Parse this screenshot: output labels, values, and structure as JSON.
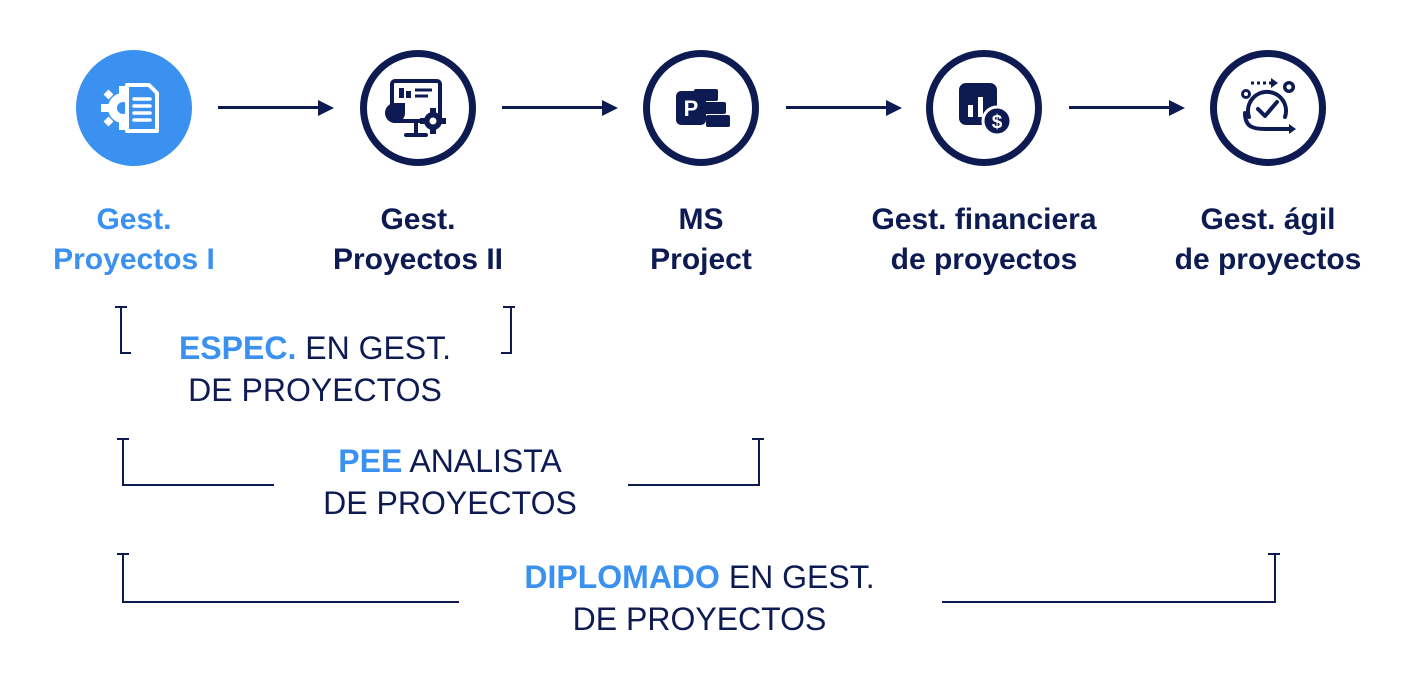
{
  "steps": [
    {
      "label_line1": "Gest.",
      "label_line2": "Proyectos I",
      "icon": "document-gear-icon",
      "active": true
    },
    {
      "label_line1": "Gest.",
      "label_line2": "Proyectos II",
      "icon": "presentation-board-gear-icon",
      "active": false
    },
    {
      "label_line1": "MS",
      "label_line2": "Project",
      "icon": "ms-project-icon",
      "active": false
    },
    {
      "label_line1": "Gest. financiera",
      "label_line2": "de proyectos",
      "icon": "finance-chart-dollar-icon",
      "active": false
    },
    {
      "label_line1": "Gest. ágil",
      "label_line2": "de proyectos",
      "icon": "agile-cycle-gears-icon",
      "active": false
    }
  ],
  "programs": [
    {
      "highlight": "ESPEC.",
      "rest": " EN GEST.",
      "line2": "DE PROYECTOS"
    },
    {
      "highlight": "PEE",
      "rest": " ANALISTA",
      "line2": "DE PROYECTOS"
    },
    {
      "highlight": "DIPLOMADO",
      "rest": " EN GEST.",
      "line2": "DE PROYECTOS"
    }
  ],
  "colors": {
    "accent": "#3a91ef",
    "navy": "#0d1b52",
    "background": "#ffffff"
  }
}
